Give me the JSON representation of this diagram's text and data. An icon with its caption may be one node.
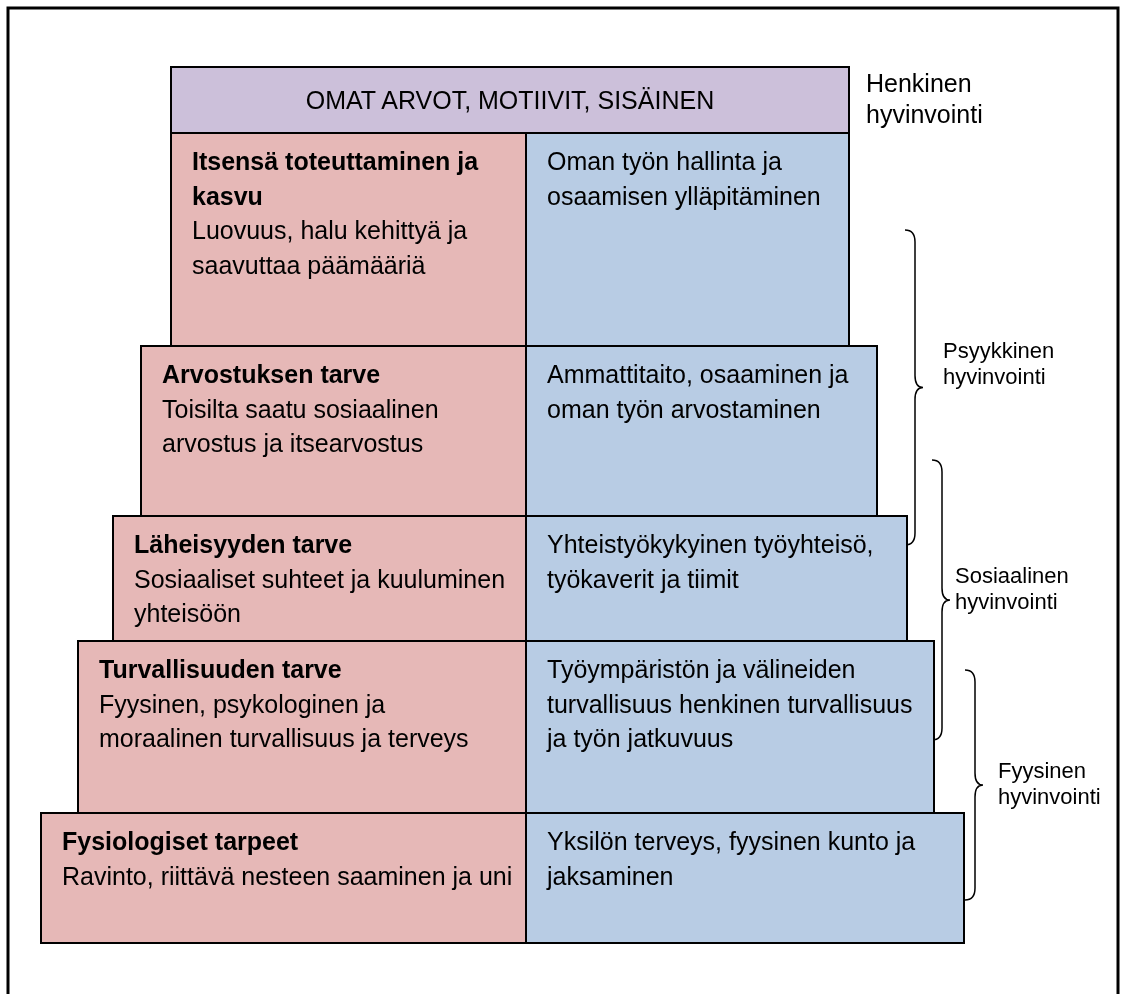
{
  "diagram": {
    "nodes": [
      {
        "text": [
          "OMAT ARVOT, MOTIIVIT, SISÄINEN"
        ],
        "beside": [
          "Henkinen hyvinvointi"
        ]
      },
      {
        "text": [
          "Itsensä toteuttaminen ja kasvu",
          "Luovuus, halu kehittyä ja saavuttaa päämääriä"
        ]
      },
      {
        "text": [
          "Oman työn hallinta ja osaamisen ylläpitäminen"
        ]
      },
      {
        "text": [
          "Arvostuksen tarve",
          "Toisilta saatu sosiaalinen arvostus ja itsearvostus"
        ]
      },
      {
        "text": [
          "Ammattitaito, osaaminen ja oman työn arvostaminen"
        ]
      },
      {
        "text": [
          "Läheisyyden tarve",
          "Sosiaaliset suhteet ja kuuluminen yhteisöön"
        ]
      },
      {
        "text": [
          "Yhteistyökykyinen työyhteisö, työkaverit ja tiimit"
        ]
      },
      {
        "text": [
          "Turvallisuuden tarve",
          "Fyysinen, psykologinen ja moraalinen turvallisuus ja terveys"
        ]
      },
      {
        "text": [
          "Työympäristön ja välineiden turvallisuus henkinen turvallisuus ja työn jatkuvuus"
        ]
      },
      {
        "text": [
          "Fysiologiset tarpeet",
          "Ravinto, riittävä nesteen saaminen ja uni"
        ]
      },
      {
        "text": [
          "Yksilön terveys, fyysinen kunto ja jaksaminen"
        ]
      }
    ],
    "labels": [
      "Psyykkinen hyvinvointi",
      "Sosiaalinen hyvinvointi",
      "Fyysinen hyvinvointi"
    ]
  }
}
